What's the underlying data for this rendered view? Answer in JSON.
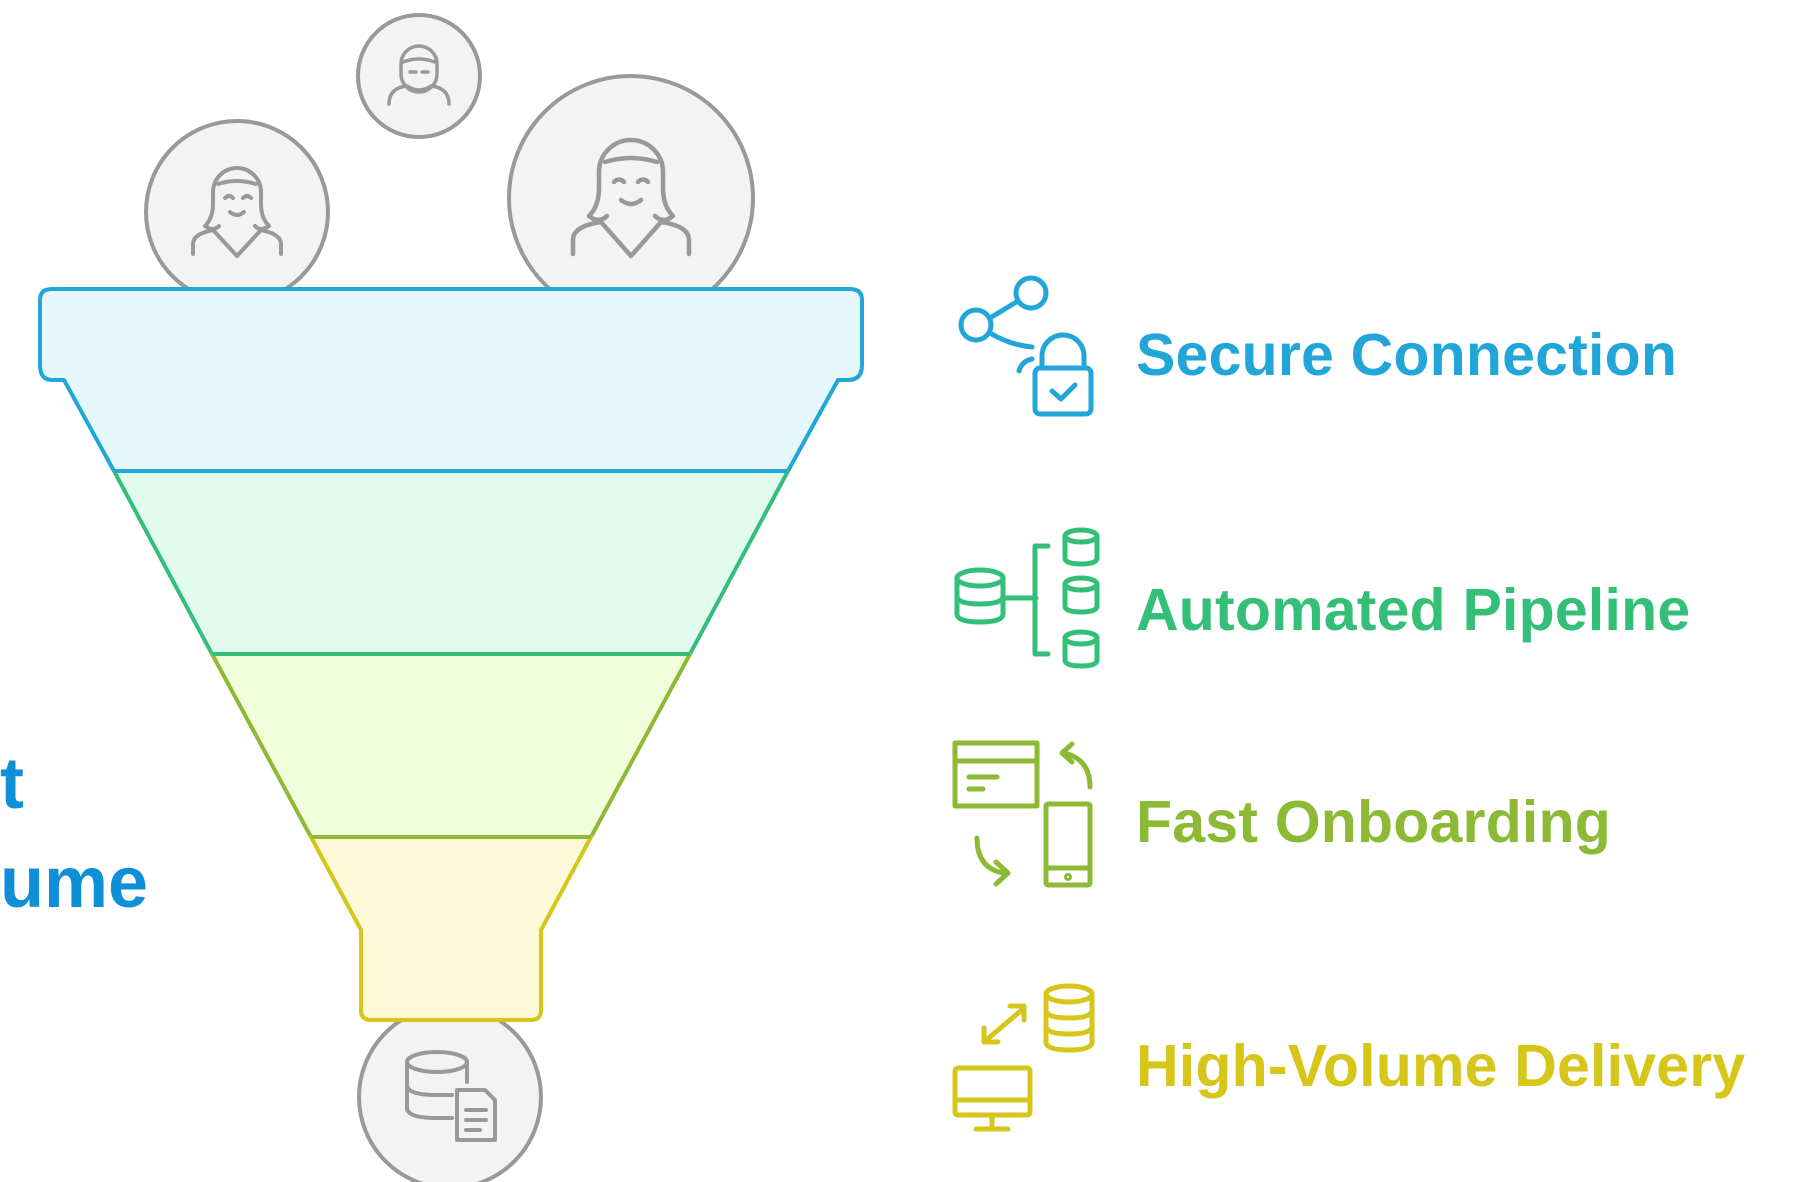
{
  "side_title": {
    "line1": "t",
    "line2": "ume",
    "color": "#0e8fd6"
  },
  "stages": [
    {
      "label": "Secure Connection",
      "color": "#22a6d9",
      "fill": "#e5f7fb",
      "icon": "share-lock-icon"
    },
    {
      "label": "Automated Pipeline",
      "color": "#34bf78",
      "fill": "#e2fbef",
      "icon": "database-tree-icon"
    },
    {
      "label": "Fast Onboarding",
      "color": "#8dba35",
      "fill": "#f2fddc",
      "icon": "window-mobile-sync-icon"
    },
    {
      "label": "High-Volume Delivery",
      "color": "#d6c619",
      "fill": "#fdf9d9",
      "icon": "monitor-database-transfer-icon"
    }
  ],
  "inputs": [
    {
      "icon": "user-avatar-icon"
    },
    {
      "icon": "woman-avatar-icon"
    },
    {
      "icon": "woman-avatar-icon"
    }
  ],
  "output": {
    "icon": "database-document-icon"
  },
  "neutral_color": "#999999",
  "circle_fill": "#f3f3f3"
}
